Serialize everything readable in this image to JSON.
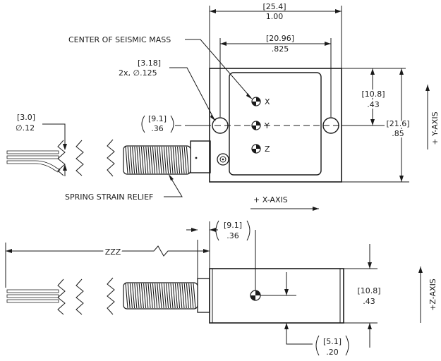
{
  "top_view": {
    "dim_width": {
      "mm": "[25.4]",
      "inch": "1.00"
    },
    "dim_hole_spacing": {
      "mm": "[20.96]",
      "inch": ".825"
    },
    "label_seismic_mass": "CENTER OF SEISMIC MASS",
    "dim_hole": {
      "mm": "[3.18]",
      "inch": "2x, ∅.125"
    },
    "dim_cable": {
      "mm": "[3.0]",
      "inch": "∅.12"
    },
    "dim_spring_len": {
      "mm": "[9.1]",
      "inch": ".36"
    },
    "dim_half_height": {
      "mm": "[10.8]",
      "inch": ".43"
    },
    "dim_height": {
      "mm": "[21.6]",
      "inch": ".85"
    },
    "axis_x": "X",
    "axis_y": "Y",
    "axis_z": "Z",
    "label_spring": "SPRING STRAIN RELIEF",
    "label_plus_x": "+ X-AXIS",
    "label_plus_y": "+ Y-AXIS"
  },
  "side_view": {
    "dim_spring_len": {
      "mm": "[9.1]",
      "inch": ".36"
    },
    "dim_cable_length": "ZZZ",
    "dim_thickness": {
      "mm": "[10.8]",
      "inch": ".43"
    },
    "dim_mass_offset": {
      "mm": "[5.1]",
      "inch": ".20"
    },
    "label_plus_z": "+Z-AXIS"
  },
  "colors": {
    "line": "#1a1a1a",
    "background": "#ffffff"
  }
}
